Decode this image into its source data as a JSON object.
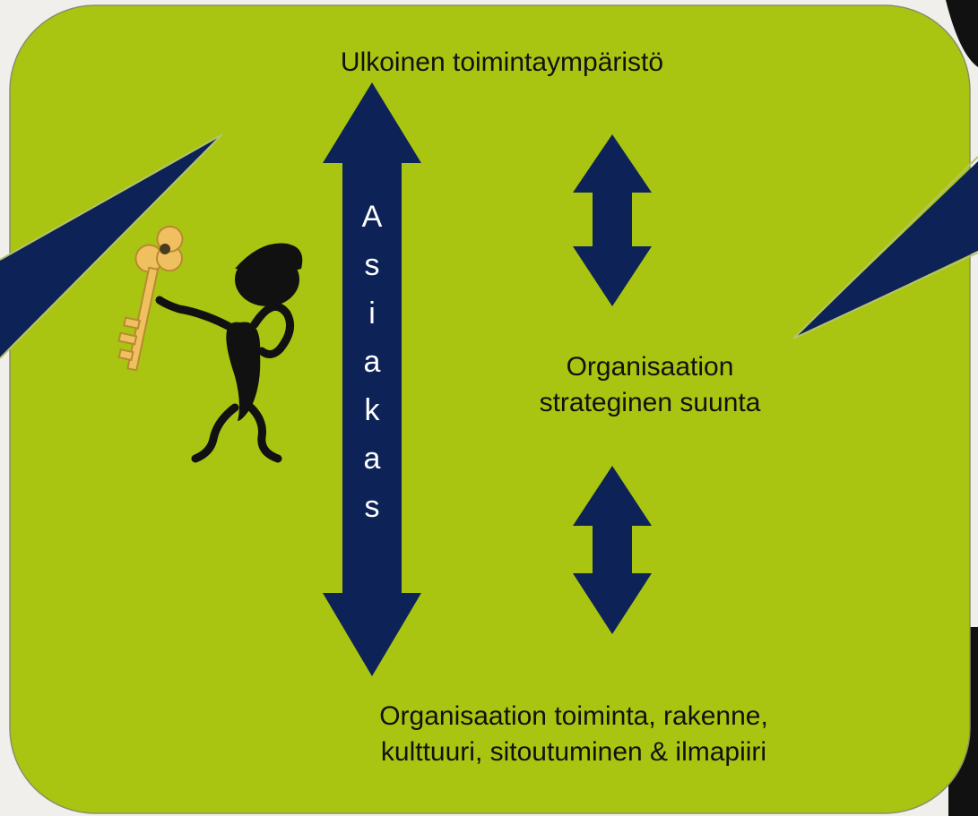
{
  "top_label": "Ulkoinen toimintaympäristö",
  "center_label_lines": [
    "Organisaation",
    "strateginen suunta"
  ],
  "bottom_label_lines": [
    "Organisaation toiminta, rakenne,",
    "kulttuuri, sitoutuminen & ilmapiiri"
  ],
  "vertical_word_letters": [
    "A",
    "s",
    "i",
    "a",
    "k",
    "a",
    "s"
  ],
  "colors": {
    "panel": "#a9c511",
    "arrow": "#0d2358",
    "text": "#111111",
    "vertical_text": "#ffffff",
    "key": "#f0c060",
    "figure": "#111111"
  },
  "icons": [
    "key-icon",
    "person-figure-icon"
  ]
}
